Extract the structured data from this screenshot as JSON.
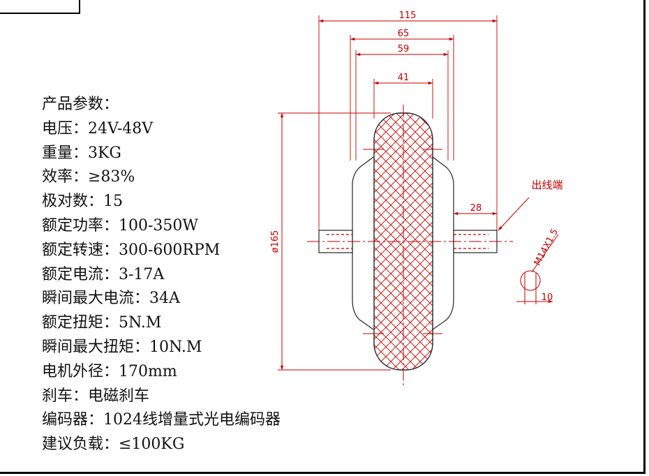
{
  "specs": {
    "title": "产品参数：",
    "items": [
      "电压：24V-48V",
      "重量：3KG",
      "效率：≥83%",
      "极对数：15",
      "额定功率：100-350W",
      "额定转速：300-600RPM",
      "额定电流：3-17A",
      "瞬间最大电流：34A",
      "额定扭矩：5N.M",
      "瞬间最大扭矩：10N.M",
      "电机外径：170mm",
      "刹车：电磁刹车",
      "编码器：1024线增量式光电编码器",
      "建议负载：≤100KG"
    ]
  },
  "drawing": {
    "dimensions": {
      "overall_width": "115",
      "axle_span": "65",
      "hub_width": "59",
      "tire_width": "41",
      "outer_diameter": "ø165",
      "shaft_length": "28",
      "thread_spec": "M14X1.5",
      "flat_width": "10"
    },
    "callout": "出线端"
  },
  "colors": {
    "dimension": "#c00000",
    "outline": "#222222",
    "frame": "#000000"
  }
}
